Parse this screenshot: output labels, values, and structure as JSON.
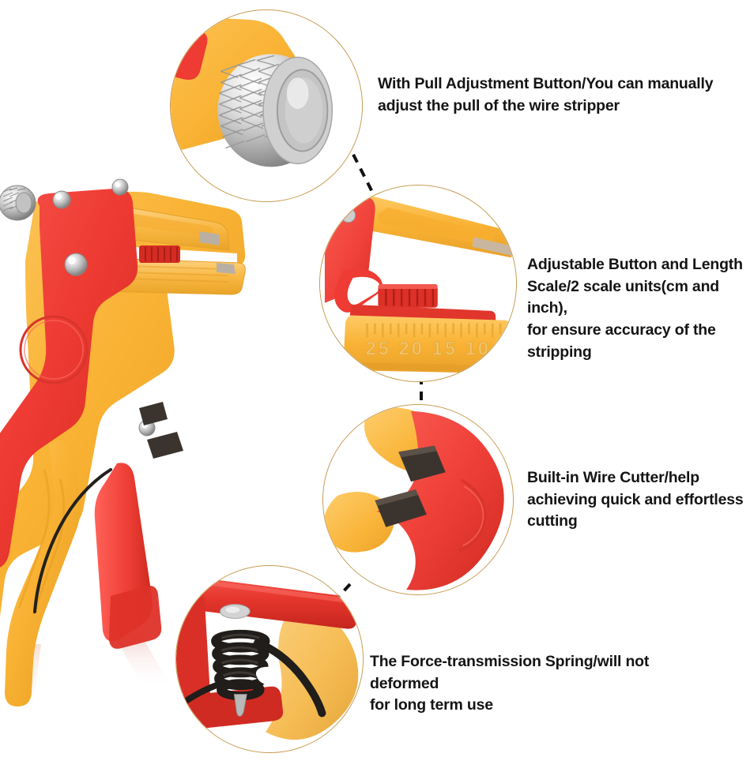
{
  "page": {
    "title": "Automatic Wire Stripper Product Feature Infographic",
    "background": "#ffffff"
  },
  "colors": {
    "red": "#ee3b33",
    "red_dark": "#cf2b24",
    "red_light": "#f8554c",
    "yellow": "#f9b233",
    "yellow_light": "#fcc95e",
    "yellow_dark": "#e39a1f",
    "chrome": "#d8d8d8",
    "chrome_dark": "#9a9a9a",
    "blade": "#3b342e",
    "circle_border": "#c79a50",
    "leader": "#111111",
    "text": "#141414"
  },
  "callouts": [
    {
      "id": "pull-adjustment-button",
      "label": "Pull Adjustment Button detail",
      "detail_name": "knurled-chrome-adjustment-knob",
      "text": "With Pull Adjustment Button/You can manually adjust the pull of the wire stripper",
      "lines": [
        "With Pull Adjustment Button/You can manually",
        "adjust the pull of the wire stripper"
      ]
    },
    {
      "id": "adjustable-button-length-scale",
      "label": "Adjustable Button and Length Scale detail",
      "detail_name": "length-scale-with-red-slider",
      "scale_markings": "25 20  15  10",
      "text": "Adjustable Button and Length Scale/2 scale units(cm and inch), for ensure accuracy of the stripping",
      "lines": [
        "Adjustable Button and Length",
        "Scale/2 scale units(cm and inch),",
        "for ensure accuracy of the",
        "stripping"
      ]
    },
    {
      "id": "built-in-wire-cutter",
      "label": "Built-in Wire Cutter detail",
      "detail_name": "cutter-jaws-with-blades",
      "text": "Built-in Wire Cutter/help achieving quick and effortless cutting",
      "lines": [
        "Built-in Wire Cutter/help",
        "achieving quick and effortless",
        "cutting"
      ]
    },
    {
      "id": "force-transmission-spring",
      "label": "Force-transmission Spring detail",
      "detail_name": "coil-spring",
      "text": "The Force-transmission Spring/will not deformed for long term use",
      "lines": [
        "The Force-transmission Spring/will not deformed",
        "for long term use"
      ]
    }
  ],
  "product": {
    "name": "automatic-wire-stripper",
    "parts": [
      "yellow-body",
      "red-side-plate",
      "yellow-grip-handle",
      "red-trigger-lever",
      "knurled-adjustment-knob",
      "upper-jaw",
      "lower-jaw",
      "red-slider",
      "cutter-blades",
      "chrome-rivet-top",
      "chrome-rivet-mid",
      "chrome-rivet-low",
      "reflection"
    ]
  }
}
